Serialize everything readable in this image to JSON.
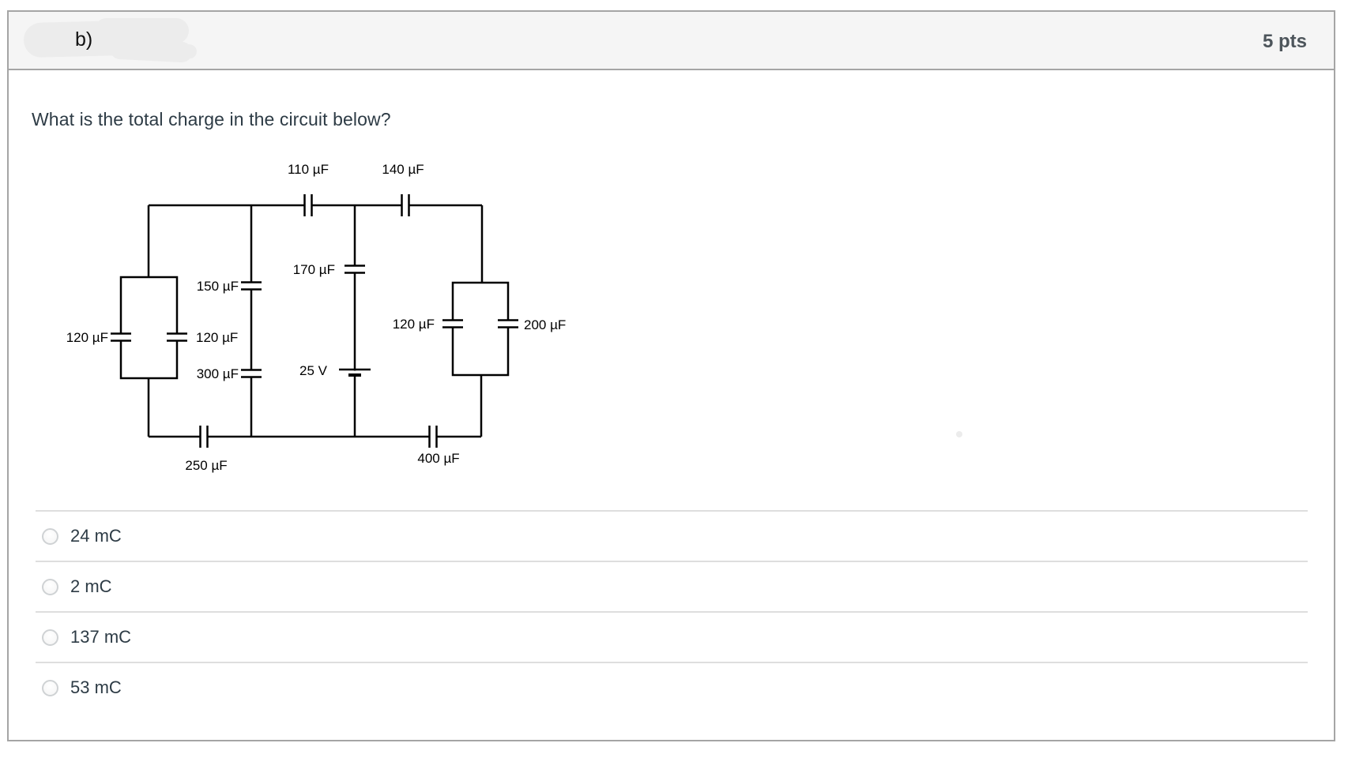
{
  "header": {
    "label": "b)",
    "points": "5 pts"
  },
  "question": "What is the total charge in the circuit below?",
  "circuit": {
    "labels": {
      "cap_110": "110 µF",
      "cap_140": "140 µF",
      "cap_170": "170 µF",
      "cap_150": "150 µF",
      "cap_120_inner": "120 µF",
      "cap_300": "300 µF",
      "cap_120_left": "120 µF",
      "battery": "25 V",
      "cap_120_right_box": "120 µF",
      "cap_200": "200 µF",
      "cap_250": "250 µF",
      "cap_400": "400 µF"
    }
  },
  "options": [
    {
      "label": "24 mC"
    },
    {
      "label": "2 mC"
    },
    {
      "label": "137 mC"
    },
    {
      "label": "53 mC"
    }
  ],
  "colors": {
    "card_border": "#a5a5a5",
    "header_bg": "#f5f5f5",
    "text": "#2d3b45",
    "points_text": "#4d555b",
    "divider": "#dedede",
    "circuit_line": "#000000",
    "redaction": "#ececec"
  }
}
